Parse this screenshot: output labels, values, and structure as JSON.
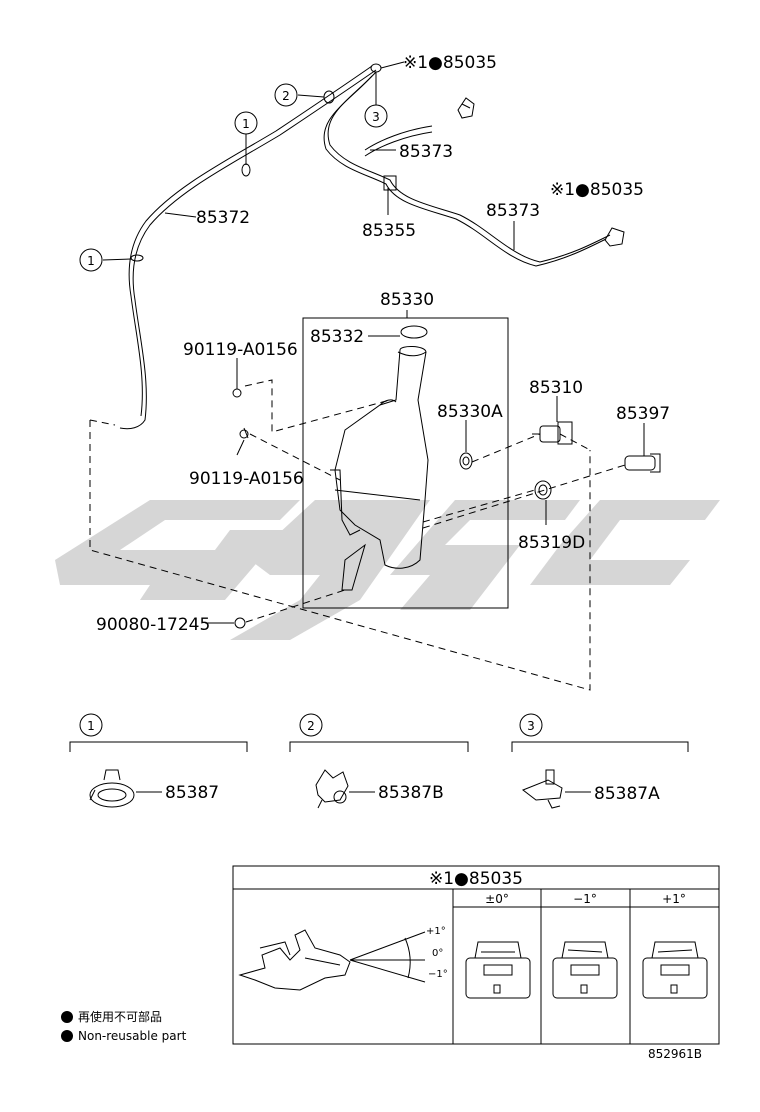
{
  "labels": {
    "n85035_top": "※1●85035",
    "n85373_a": "85373",
    "n85035_mid": "※1●85035",
    "n85372": "85372",
    "n85355": "85355",
    "n85373_b": "85373",
    "n85330": "85330",
    "n85332": "85332",
    "n90119_a": "90119-A0156",
    "n85310": "85310",
    "n85330A": "85330A",
    "n85397": "85397",
    "n90119_b": "90119-A0156",
    "n85319D": "85319D",
    "n90080": "90080-17245"
  },
  "callouts": {
    "c1": "1",
    "c2": "2",
    "c3": "3"
  },
  "details": {
    "d1_num": "1",
    "d1_part": "85387",
    "d2_num": "2",
    "d2_part": "85387B",
    "d3_num": "3",
    "d3_part": "85387A"
  },
  "table": {
    "title": "※1●85035",
    "col1": "±0°",
    "col2": "−1°",
    "col3": "+1°",
    "angle_plus": "+1°",
    "angle_zero": "0°",
    "angle_minus": "−1°"
  },
  "legend": {
    "jp": "再使用不可部品",
    "en": "Non-reusable part"
  },
  "figure_id": "852961B",
  "colors": {
    "watermark": "#d4d4d4",
    "ink": "#000000"
  }
}
